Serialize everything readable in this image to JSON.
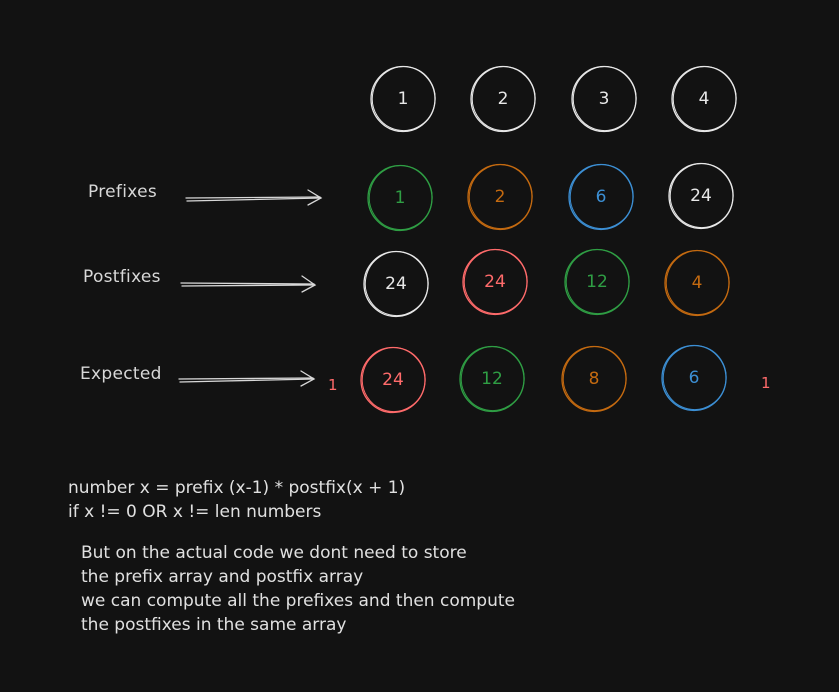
{
  "colors": {
    "background": "#121212",
    "white": "#e8e8e8",
    "green": "#2f9e44",
    "orange": "#c46a10",
    "blue": "#3c8fd4",
    "red": "#ff6b6b"
  },
  "inputs": {
    "values": [
      {
        "value": "1",
        "color": "white"
      },
      {
        "value": "2",
        "color": "white"
      },
      {
        "value": "3",
        "color": "white"
      },
      {
        "value": "4",
        "color": "white"
      }
    ]
  },
  "prefixes": {
    "label": "Prefixes",
    "values": [
      {
        "value": "1",
        "color": "green"
      },
      {
        "value": "2",
        "color": "orange"
      },
      {
        "value": "6",
        "color": "blue"
      },
      {
        "value": "24",
        "color": "white"
      }
    ]
  },
  "postfixes": {
    "label": "Postfixes",
    "values": [
      {
        "value": "24",
        "color": "white"
      },
      {
        "value": "24",
        "color": "red"
      },
      {
        "value": "12",
        "color": "green"
      },
      {
        "value": "4",
        "color": "orange"
      }
    ]
  },
  "expected": {
    "label": "Expected",
    "left_boundary": "1",
    "right_boundary": "1",
    "values": [
      {
        "value": "24",
        "color": "red"
      },
      {
        "value": "12",
        "color": "green"
      },
      {
        "value": "8",
        "color": "orange"
      },
      {
        "value": "6",
        "color": "blue"
      }
    ]
  },
  "formula": {
    "line1": "number x = prefix (x-1) * postfix(x + 1)",
    "line2": "if x != 0 OR x != len numbers"
  },
  "note": {
    "lines": [
      "But on the actual code we dont need to store",
      "the prefix array and postfix array",
      "we can compute all the prefixes and then compute",
      "the postfixes in the same array"
    ]
  }
}
